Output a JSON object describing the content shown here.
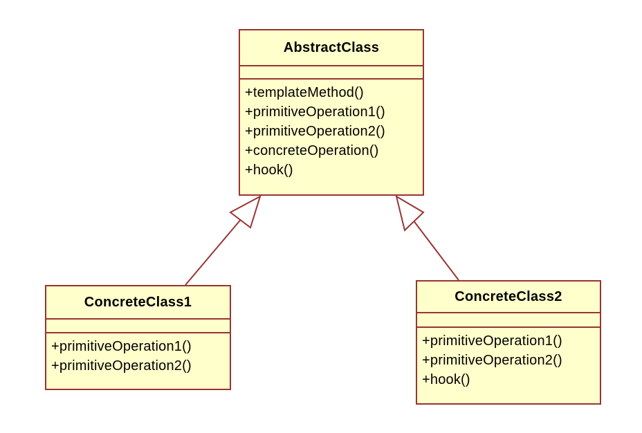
{
  "diagram": {
    "kind": "uml-class-diagram"
  },
  "colors": {
    "background": "#ffffff",
    "box_fill": "#ffffcc",
    "box_border": "#993333",
    "text": "#000000",
    "arrow_fill": "#ffffff"
  },
  "classes": [
    {
      "name": "AbstractClass",
      "attributes": [],
      "methods": [
        "+templateMethod()",
        "+primitiveOperation1()",
        "+primitiveOperation2()",
        "+concreteOperation()",
        "+hook()"
      ]
    },
    {
      "name": "ConcreteClass1",
      "attributes": [],
      "methods": [
        "+primitiveOperation1()",
        "+primitiveOperation2()"
      ]
    },
    {
      "name": "ConcreteClass2",
      "attributes": [],
      "methods": [
        "+primitiveOperation1()",
        "+primitiveOperation2()",
        "+hook()"
      ]
    }
  ],
  "relationships": [
    {
      "type": "generalization",
      "from": "ConcreteClass1",
      "to": "AbstractClass"
    },
    {
      "type": "generalization",
      "from": "ConcreteClass2",
      "to": "AbstractClass"
    }
  ]
}
